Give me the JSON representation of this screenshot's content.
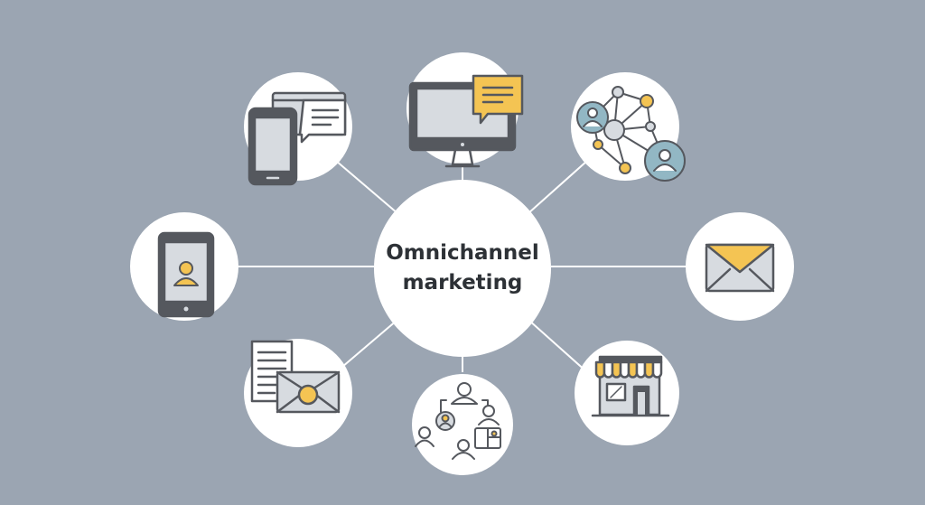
{
  "hub": {
    "line1": "Omnichannel",
    "line2": "marketing"
  },
  "colors": {
    "background": "#9ba5b2",
    "node": "#ffffff",
    "connector": "#ffffff",
    "outline": "#55585e",
    "device_fill": "#d7dbe0",
    "accent_yellow": "#f4c453",
    "accent_teal": "#92b7c4"
  },
  "nodes": [
    {
      "id": "mobile-messaging",
      "icon": "phone-chat-icon"
    },
    {
      "id": "desktop-chat",
      "icon": "monitor-chat-icon"
    },
    {
      "id": "social-network",
      "icon": "network-icon"
    },
    {
      "id": "mobile-profile",
      "icon": "tablet-user-icon"
    },
    {
      "id": "email",
      "icon": "envelope-icon"
    },
    {
      "id": "direct-mail",
      "icon": "document-letter-icon"
    },
    {
      "id": "community",
      "icon": "people-network-icon"
    },
    {
      "id": "retail-store",
      "icon": "storefront-icon"
    }
  ]
}
